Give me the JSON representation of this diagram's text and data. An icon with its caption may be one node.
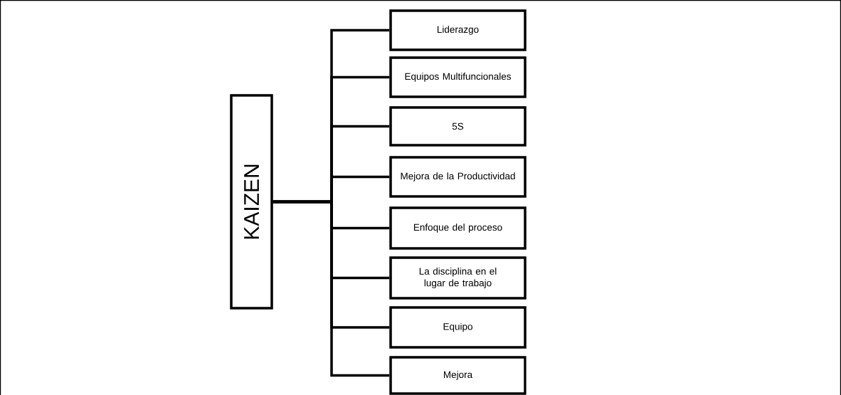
{
  "diagram": {
    "nodes": [
      {
        "text": [
          "KAIZEN"
        ]
      },
      {
        "text": [
          "Liderazgo"
        ]
      },
      {
        "text": [
          "Equipos Multifuncionales"
        ]
      },
      {
        "text": [
          "5S"
        ]
      },
      {
        "text": [
          "Mejora de la Productividad"
        ]
      },
      {
        "text": [
          "Enfoque del proceso"
        ]
      },
      {
        "text": [
          "La disciplina en el lugar de trabajo"
        ]
      },
      {
        "text": [
          "Equipo"
        ]
      },
      {
        "text": [
          "Mejora"
        ]
      }
    ],
    "edges": [
      {
        "from": 0,
        "to": 1,
        "arrow": "none"
      },
      {
        "from": 0,
        "to": 2,
        "arrow": "none"
      },
      {
        "from": 0,
        "to": 3,
        "arrow": "none"
      },
      {
        "from": 0,
        "to": 4,
        "arrow": "none"
      },
      {
        "from": 0,
        "to": 5,
        "arrow": "none"
      },
      {
        "from": 0,
        "to": 6,
        "arrow": "none"
      },
      {
        "from": 0,
        "to": 7,
        "arrow": "none"
      },
      {
        "from": 0,
        "to": 8,
        "arrow": "none"
      }
    ]
  }
}
